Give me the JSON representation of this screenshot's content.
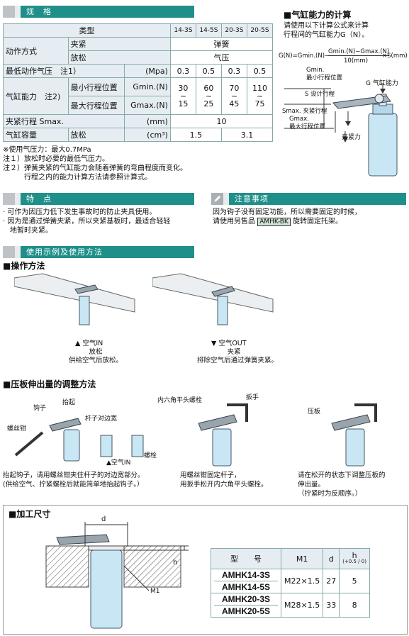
{
  "spec": {
    "title": "规　格",
    "row_type": {
      "label": "类型",
      "cols": [
        "14-3S",
        "14-5S",
        "20-3S",
        "20-5S"
      ]
    },
    "row_action": {
      "label": "动作方式",
      "clamp": "夹紧",
      "clamp_val": "弹簧",
      "release": "放松",
      "release_val": "气压"
    },
    "row_min_pressure": {
      "label": "最低动作气压　注1）",
      "unit": "(Mpa)",
      "vals": [
        "0.3",
        "0.5",
        "0.3",
        "0.5"
      ]
    },
    "row_force": {
      "label": "气缸能力　注2)",
      "min_label": "最小行程位置",
      "min_unit": "Gmin.(N)",
      "max_label": "最大行程位置",
      "max_unit": "Gmax.(N)",
      "min_vals": [
        "30",
        "60",
        "70",
        "110"
      ],
      "tilde": "~",
      "max_vals": [
        "15",
        "25",
        "45",
        "75"
      ]
    },
    "row_stroke": {
      "label": "夹紧行程 Smax.",
      "unit": "(mm)",
      "val": "10"
    },
    "row_volume": {
      "label": "气缸容量",
      "release": "放松",
      "unit": "(cm³)",
      "vals": [
        "1.5",
        "3.1"
      ]
    },
    "notes": [
      "※使用气压力：最大0.7MPa",
      "注１）放松时必要的最低气压力。",
      "注２）弹簧夹紧的气缸能力会随着弹簧的弯曲程度而变化。",
      "　　　行程之内的能力计算方法请参照计算式。"
    ]
  },
  "calc": {
    "title": "■气缸能力的计算",
    "desc1": "请使用以下计算公式来计算",
    "desc2": "行程间的气缸能力G（N）。",
    "formula_left": "G(N)=Gmin.(N)−",
    "formula_num": "Gmin.(N)−Gmax.(N)",
    "formula_den": "10(mm)",
    "formula_right": "×S(mm)",
    "lbl_gmin": "Gmin.",
    "lbl_min_pos": "最小行程位置",
    "lbl_g": "G 气缸能力",
    "lbl_s": "S 设计行程",
    "lbl_smax": "Smax. 夹紧行程",
    "lbl_gmax": "Gmax.",
    "lbl_max_pos": "最大行程位置",
    "lbl_clamp_force": "夹紧力"
  },
  "features": {
    "title": "特　点",
    "items": [
      "· 可作为因压力低下发生事故时的防止夹具使用。",
      "· 因为是通过弹簧夹紧，所以夹紧基板时，最适合轻轻",
      "　地暂时夹紧。"
    ]
  },
  "caution": {
    "title": "注意事项",
    "line1": "因为钩子没有固定功能，所以需要固定的时候，",
    "line2a": "请使用另售品",
    "product": "AMHK-BK",
    "line2b": "旋转固定托架。"
  },
  "usage": {
    "title": "使用示例及使用方法",
    "op_heading": "■操作方法",
    "air_in": "空气IN",
    "release": "放松",
    "release_desc": "供给空气后放松。",
    "air_out": "空气OUT",
    "clamp": "夹紧",
    "clamp_desc": "排除空气后通过弹簧夹紧。"
  },
  "adjust": {
    "heading": "■压板伸出量的调整方法",
    "lbl_hook": "钩子",
    "lbl_lift": "抬起",
    "lbl_wrench_flat": "杆子对边宽",
    "lbl_pliers": "螺丝钳",
    "lbl_air_in": "空气IN",
    "lbl_bolt": "螺栓",
    "lbl_hex": "内六角平头螺栓",
    "lbl_spanner": "扳手",
    "lbl_plate": "压板",
    "desc1a": "抬起钩子，请用螺丝钳夹住杆子的对边宽部分。",
    "desc1b": "(供给空气、拧紧螺栓后就能简单地抬起钩子。）",
    "desc2a": "用螺丝钳固定杆子，",
    "desc2b": "用扳手松开内六角平头螺栓。",
    "desc3a": "请在松开的状态下调整压板的",
    "desc3b": "伸出量。",
    "desc3c": "（拧紧时为反顺序。）"
  },
  "machining": {
    "heading": "■加工尺寸",
    "lbl_d": "d",
    "lbl_h": "h",
    "lbl_m1": "M1",
    "table_headers": {
      "model": "型　　号",
      "m1": "M1",
      "d": "d",
      "h": "h",
      "h_tol": "(+0.5 / 0)"
    },
    "rows": [
      {
        "models": [
          "AMHK14-3S",
          "AMHK14-5S"
        ],
        "m1": "M22×1.5",
        "d": "27",
        "h": "5"
      },
      {
        "models": [
          "AMHK20-3S",
          "AMHK20-5S"
        ],
        "m1": "M28×1.5",
        "d": "33",
        "h": "8"
      }
    ]
  }
}
